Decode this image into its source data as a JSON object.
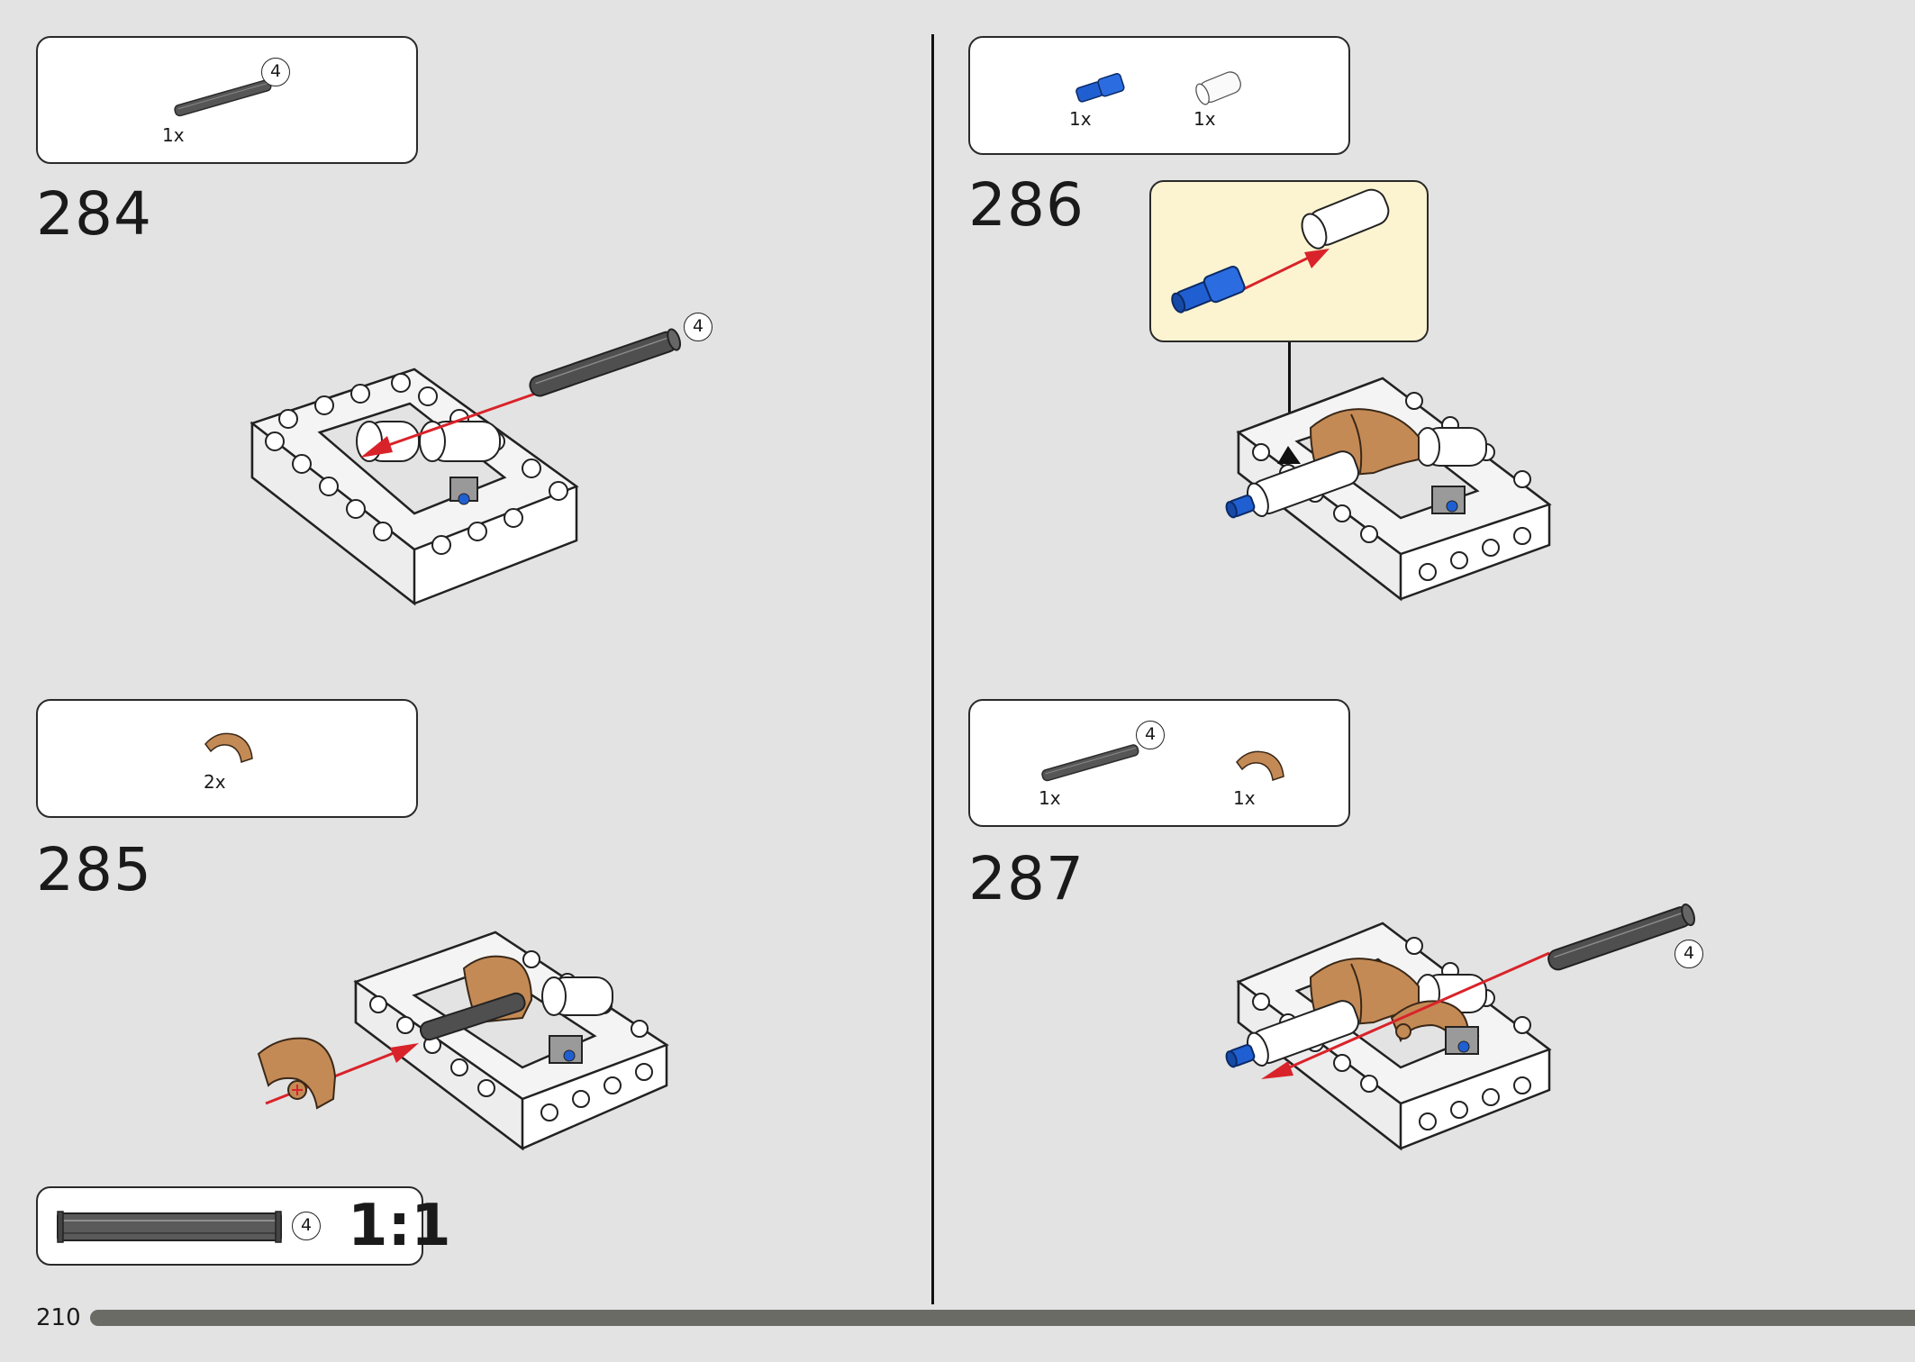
{
  "page": {
    "number": "210"
  },
  "steps": [
    {
      "number": "284",
      "parts": [
        {
          "name": "axle",
          "length": "4",
          "qty": "1x"
        }
      ],
      "callout": "4"
    },
    {
      "number": "285",
      "parts": [
        {
          "name": "curved-panel",
          "qty": "2x"
        }
      ]
    },
    {
      "number": "286",
      "parts": [
        {
          "name": "pin",
          "qty": "1x"
        },
        {
          "name": "bushing",
          "qty": "1x"
        }
      ]
    },
    {
      "number": "287",
      "parts": [
        {
          "name": "axle",
          "length": "4",
          "qty": "1x"
        },
        {
          "name": "curved-panel",
          "qty": "1x"
        }
      ],
      "callout": "4"
    }
  ],
  "scale_box": {
    "axle_length": "4",
    "scale": "1:1"
  },
  "colors": {
    "background": "#e3e3e3",
    "arrow": "#d9232a",
    "highlight": "#fcf4d0",
    "tan": "#c48a55",
    "blue": "#1f5fd1",
    "axle": "#505050"
  }
}
